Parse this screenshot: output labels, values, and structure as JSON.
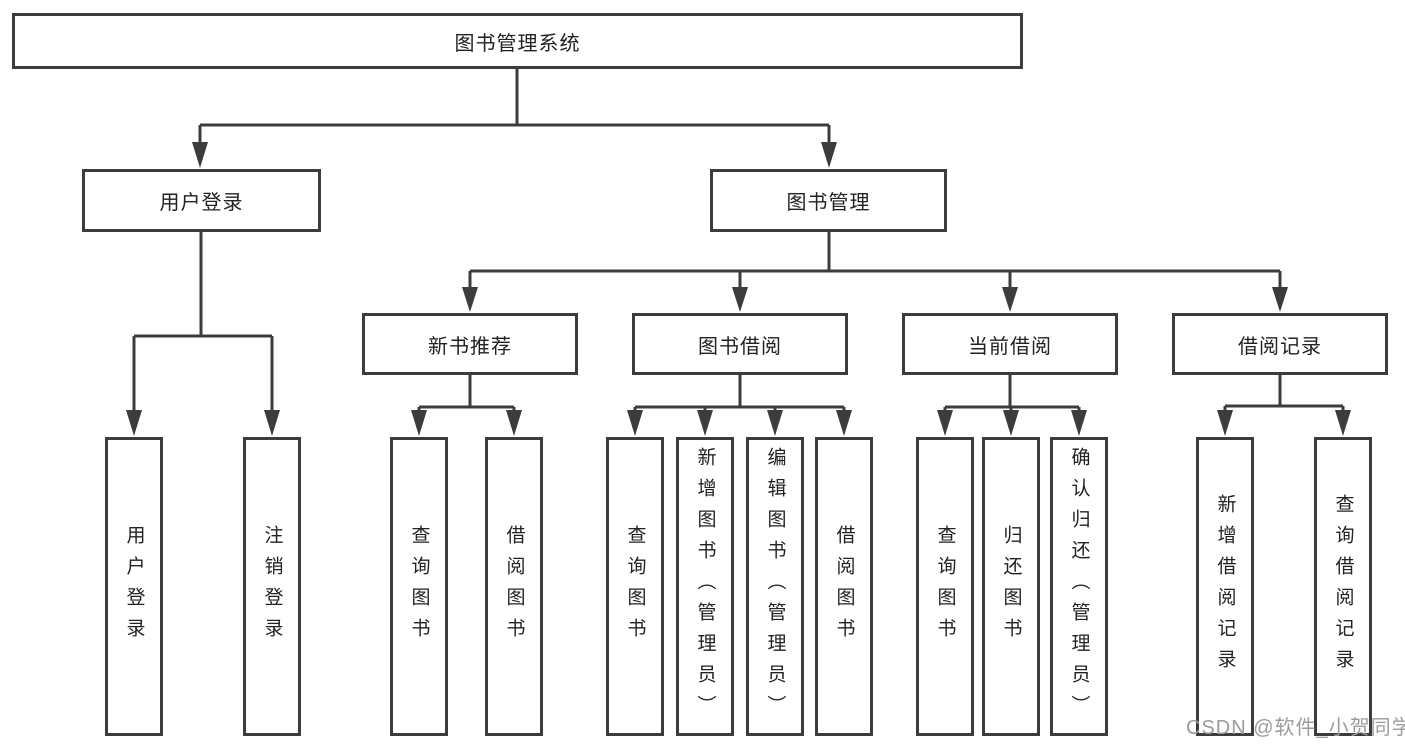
{
  "diagram": {
    "title": "图书管理系统",
    "level2": [
      {
        "label": "用户登录"
      },
      {
        "label": "图书管理"
      }
    ],
    "level3": [
      {
        "label": "新书推荐"
      },
      {
        "label": "图书借阅"
      },
      {
        "label": "当前借阅"
      },
      {
        "label": "借阅记录"
      }
    ],
    "leaves": {
      "login": [
        "用户登录",
        "注销登录"
      ],
      "recommend": [
        "查询图书",
        "借阅图书"
      ],
      "borrow": [
        "查询图书",
        "新增图书（管理员）",
        "编辑图书（管理员）",
        "借阅图书"
      ],
      "current": [
        "查询图书",
        "归还图书",
        "确认归还（管理员）"
      ],
      "records": [
        "新增借阅记录",
        "查询借阅记录"
      ]
    }
  },
  "watermark": "CSDN @软件_小贺同学",
  "colors": {
    "line": "#3c3c3c",
    "text": "#222222",
    "watermark": "#9c9c9c",
    "background": "#ffffff"
  }
}
